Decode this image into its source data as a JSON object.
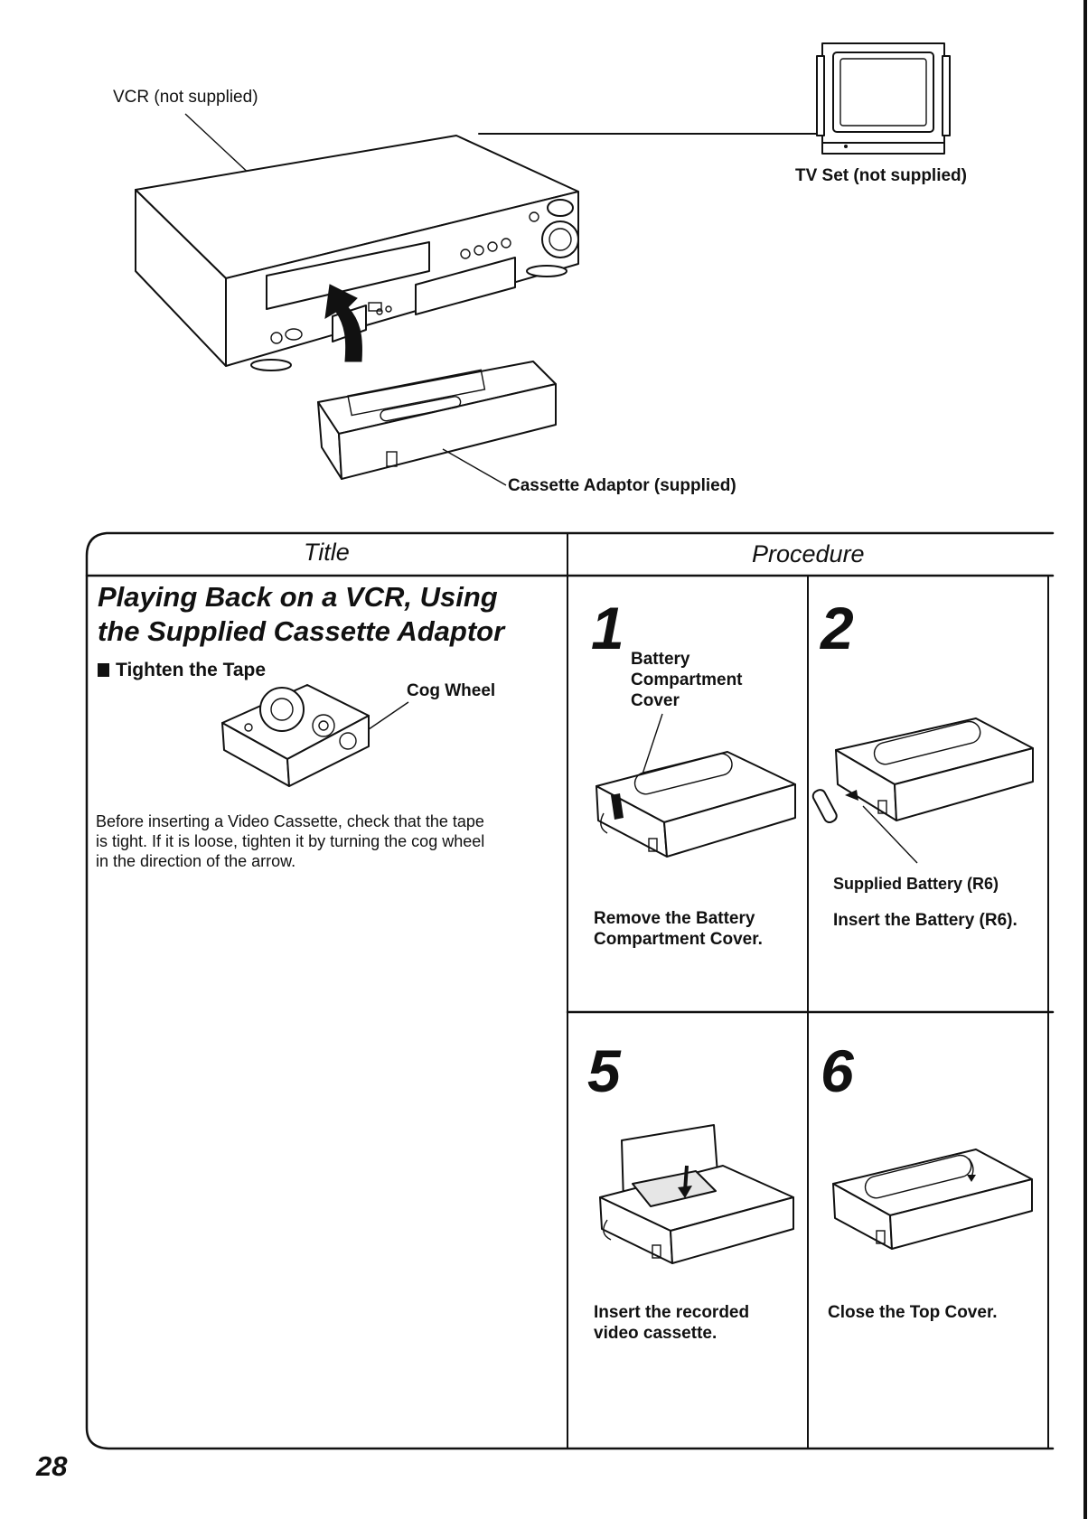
{
  "top_illustration": {
    "vcr_label": "VCR (not supplied)",
    "tv_label": "TV Set (not supplied)",
    "adaptor_label": "Cassette Adaptor (supplied)"
  },
  "table": {
    "title_header": "Title",
    "procedure_header": "Procedure"
  },
  "section": {
    "title_line1": "Playing Back on a VCR, Using",
    "title_line2": "the Supplied Cassette Adaptor",
    "subheading": "Tighten the Tape",
    "cog_label": "Cog Wheel",
    "body_line1": "Before inserting a Video Cassette, check that the tape",
    "body_line2": "is tight. If it is loose, tighten it by turning the cog wheel",
    "body_line3": "in the direction of the arrow."
  },
  "steps": [
    {
      "number": "1",
      "callout_line1": "Battery",
      "callout_line2": "Compartment",
      "callout_line3": "Cover",
      "text_line1": "Remove the Battery",
      "text_line2": "Compartment Cover."
    },
    {
      "number": "2",
      "callout": "Supplied Battery (R6)",
      "text_line1": "Insert the Battery (R6)."
    },
    {
      "number": "5",
      "text_line1": "Insert the recorded",
      "text_line2": "video cassette."
    },
    {
      "number": "6",
      "text_line1": "Close the Top Cover."
    }
  ],
  "page_number": "28"
}
